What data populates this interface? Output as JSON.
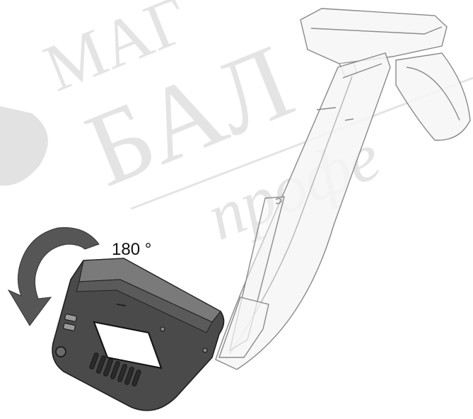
{
  "annotation": {
    "rotation_angle": "180 °"
  },
  "watermark": {
    "text_1": "МАГ",
    "text_2": "БАЛ",
    "text_3": "профе"
  },
  "colors": {
    "body_dark": "#3c3c3c",
    "body_mid": "#6a6a6a",
    "ghost_fill": "#f6f6f6",
    "ghost_stroke": "#8a8a8a",
    "arrow": "#555555",
    "watermark": "#e2e2e2"
  }
}
